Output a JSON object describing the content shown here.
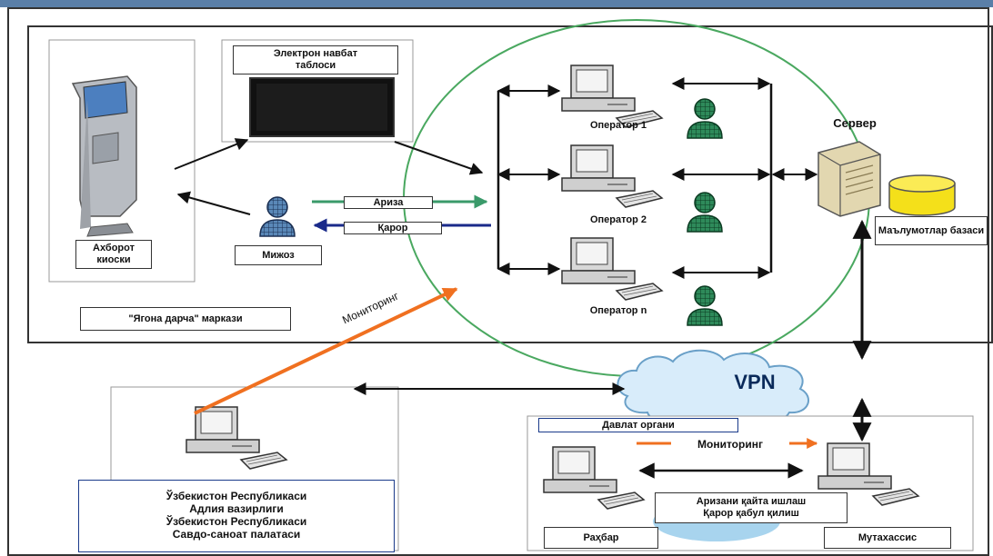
{
  "kiosk": {
    "label": "Ахборот киоски"
  },
  "screen": {
    "label": "Электрон навбат таблоси"
  },
  "client": {
    "label": "Мижоз"
  },
  "center": {
    "label": "\"Ягона дарча\" маркази"
  },
  "flows": {
    "request": "Ариза",
    "decision": "Қарор",
    "monitoring_orange": "Мониторинг",
    "monitoring_dept": "Мониторинг"
  },
  "operators": [
    {
      "label": "Оператор 1"
    },
    {
      "label": "Оператор 2"
    },
    {
      "label": "Оператор n"
    }
  ],
  "server": {
    "label": "Сервер"
  },
  "database": {
    "label": "Маълумотлар базаси"
  },
  "vpn": {
    "label": "VPN"
  },
  "ministry": {
    "lines": [
      "Ўзбекистон  Республикаси",
      "Адлия вазирлиги",
      "Ўзбекистон  Республикаси",
      "Савдо-саноат палатаси"
    ]
  },
  "dept": {
    "label": "Давлат органи",
    "process_lines": [
      "Аризани қайта ишлаш",
      "Қарор қабул қилиш"
    ],
    "head": "Раҳбар",
    "specialist": "Мутахассис"
  },
  "colors": {
    "green_arrow": "#3a9a6a",
    "navy_arrow": "#1a2a8a",
    "orange_arrow": "#f07020",
    "circle": "#4aa860",
    "person_fill": "#2e8a5a"
  }
}
